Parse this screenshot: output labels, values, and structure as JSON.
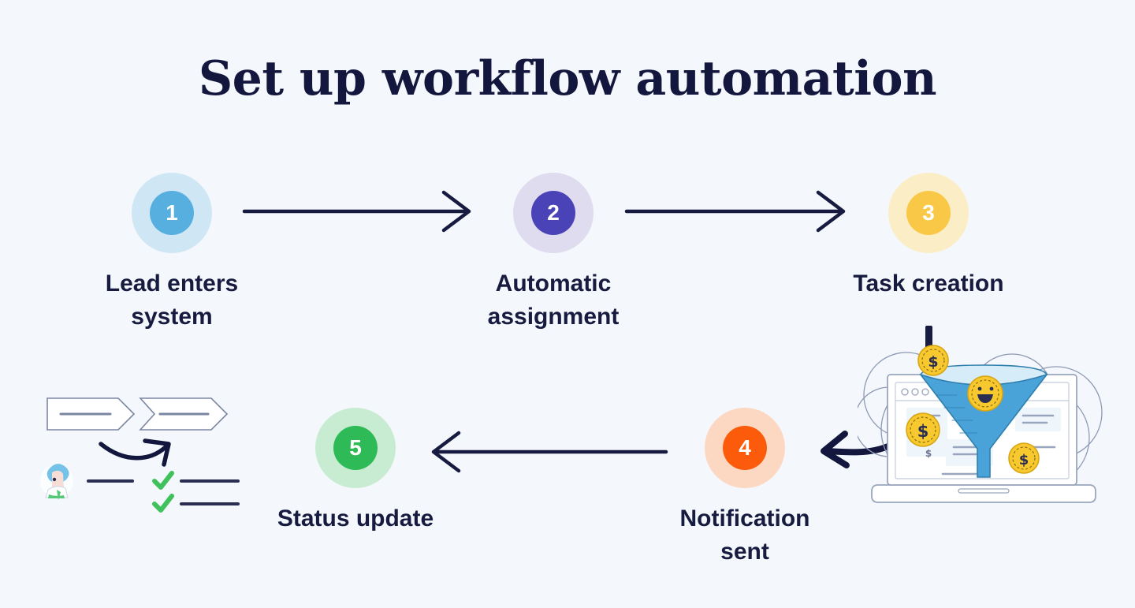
{
  "page": {
    "title": "Set up workflow automation",
    "background_color": "#f4f8fc",
    "text_color": "#171b40"
  },
  "steps": [
    {
      "number": "1",
      "label": "Lead enters\nsystem",
      "halo_color": "#cfe6f5",
      "bead_color": "#57afe0",
      "number_color": "#ffffff"
    },
    {
      "number": "2",
      "label": "Automatic\nassignment",
      "halo_color": "#dedcee",
      "bead_color": "#4a43b8",
      "number_color": "#ffffff"
    },
    {
      "number": "3",
      "label": "Task creation",
      "halo_color": "#fbeec7",
      "bead_color": "#f9c846",
      "number_color": "#ffffff"
    },
    {
      "number": "4",
      "label": "Notification sent",
      "halo_color": "#fcd8c3",
      "bead_color": "#fb5b0a",
      "number_color": "#ffffff"
    },
    {
      "number": "5",
      "label": "Status update",
      "halo_color": "#c8ecd2",
      "bead_color": "#2eba57",
      "number_color": "#ffffff"
    }
  ],
  "arrows": [
    {
      "name": "arrow-step1-to-step2",
      "direction": "right",
      "color": "#171b40"
    },
    {
      "name": "arrow-step2-to-step3",
      "direction": "right",
      "color": "#171b40"
    },
    {
      "name": "arrow-step4-to-step5",
      "direction": "left",
      "color": "#171b40"
    },
    {
      "name": "arrow-illustration-to-step4",
      "direction": "left",
      "color": "#14173d"
    }
  ],
  "illustrations": {
    "workflow_cards": {
      "name": "workflow-cards-illustration",
      "avatar_hair_color": "#74c2e8",
      "check_color": "#3fc15c",
      "outline_color": "#6e7a96",
      "line_color": "#2a2f52"
    },
    "laptop_funnel": {
      "name": "laptop-funnel-illustration",
      "funnel_color": "#4aa3d8",
      "funnel_light_color": "#d6ecf8",
      "coin_color": "#f7c92e",
      "coin_edge_color": "#e2a81e",
      "laptop_outline_color": "#9aa6bd",
      "bar_color": "#171b40",
      "coins": [
        {
          "name": "coin-dollar-top",
          "symbol": "$"
        },
        {
          "name": "coin-smiley",
          "symbol": ":D"
        },
        {
          "name": "coin-dollar-left",
          "symbol": "$"
        },
        {
          "name": "coin-dollar-right",
          "symbol": "$"
        }
      ]
    }
  }
}
